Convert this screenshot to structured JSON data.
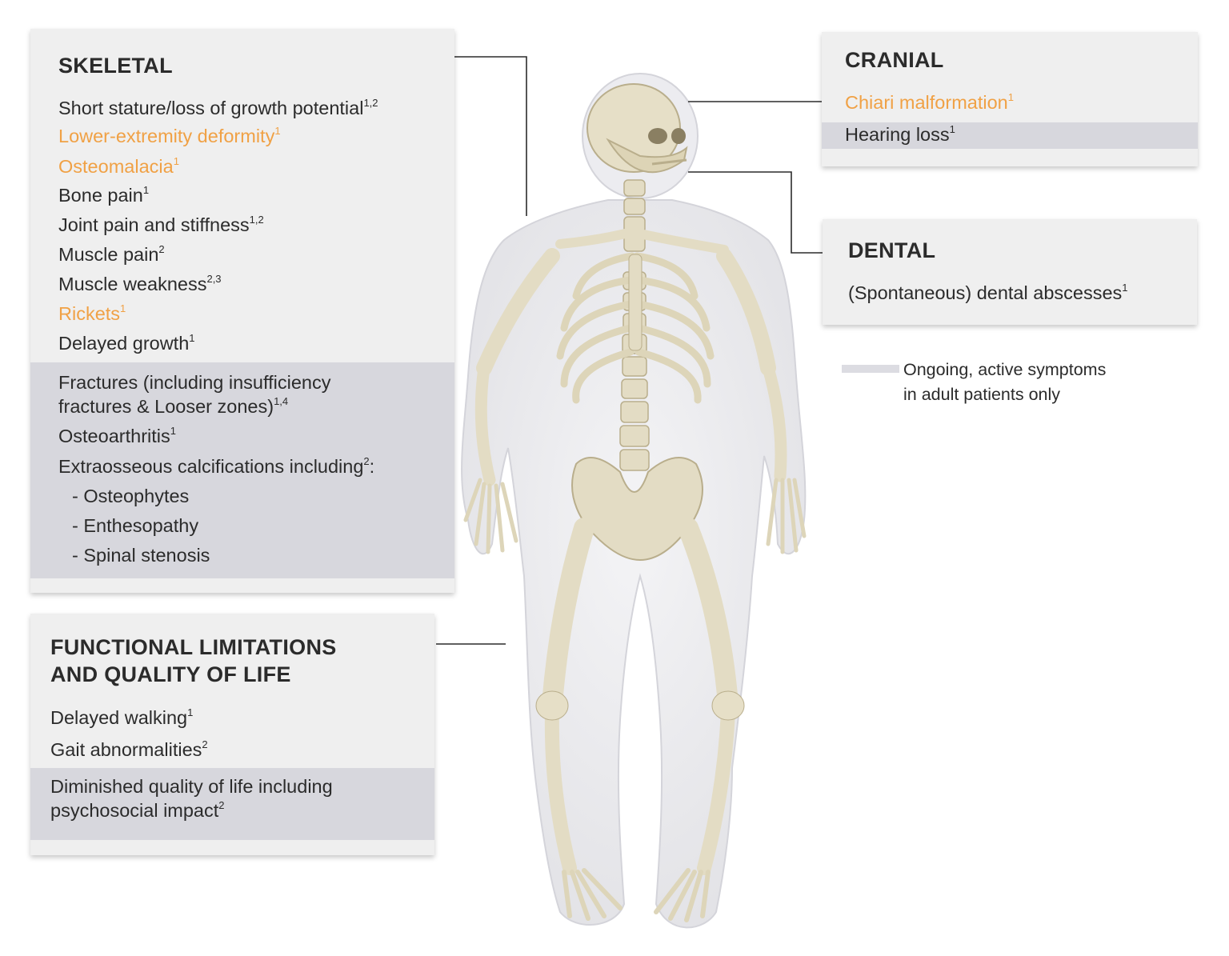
{
  "skeletal": {
    "title": "SKELETAL",
    "items": [
      {
        "text": "Short stature/loss of growth potential",
        "ref": "1,2",
        "highlight": false
      },
      {
        "text": "Lower-extremity deformity",
        "ref": "1",
        "highlight": true
      },
      {
        "text": "Osteomalacia",
        "ref": "1",
        "highlight": true
      },
      {
        "text": "Bone pain",
        "ref": "1",
        "highlight": false
      },
      {
        "text": "Joint pain and stiffness",
        "ref": "1,2",
        "highlight": false
      },
      {
        "text": "Muscle pain",
        "ref": "2",
        "highlight": false
      },
      {
        "text": "Muscle weakness",
        "ref": "2,3",
        "highlight": false
      },
      {
        "text": "Rickets",
        "ref": "1",
        "highlight": true
      },
      {
        "text": "Delayed growth",
        "ref": "1",
        "highlight": false
      }
    ],
    "adult_items": [
      {
        "text": "Fractures (including insufficiency fractures & Looser zones)",
        "ref": "1,4"
      },
      {
        "text": "Osteoarthritis",
        "ref": "1"
      },
      {
        "text": "Extraosseous calcifications including",
        "ref": "2",
        "suffix": ":"
      },
      {
        "text": "- Osteophytes",
        "ref": ""
      },
      {
        "text": "- Enthesopathy",
        "ref": ""
      },
      {
        "text": "- Spinal stenosis",
        "ref": ""
      }
    ]
  },
  "cranial": {
    "title": "CRANIAL",
    "items": [
      {
        "text": "Chiari malformation",
        "ref": "1",
        "highlight": true
      }
    ],
    "adult_items": [
      {
        "text": "Hearing loss",
        "ref": "1"
      }
    ]
  },
  "dental": {
    "title": "DENTAL",
    "items": [
      {
        "text": "(Spontaneous) dental abscesses",
        "ref": "1",
        "highlight": false
      }
    ]
  },
  "functional": {
    "title_line1": "FUNCTIONAL LIMITATIONS",
    "title_line2": "AND QUALITY OF LIFE",
    "items": [
      {
        "text": "Delayed walking",
        "ref": "1",
        "highlight": false
      },
      {
        "text": "Gait abnormalities",
        "ref": "2",
        "highlight": false
      }
    ],
    "adult_items": [
      {
        "text": "Diminished quality of life including psychosocial impact",
        "ref": "2"
      }
    ]
  },
  "legend": {
    "line1": "Ongoing, active symptoms",
    "line2": "in adult patients only"
  },
  "colors": {
    "highlight": "#f0a145",
    "adult_shade": "#d7d7dd",
    "panel": "#efefef",
    "bone": "#e3dcc4"
  }
}
